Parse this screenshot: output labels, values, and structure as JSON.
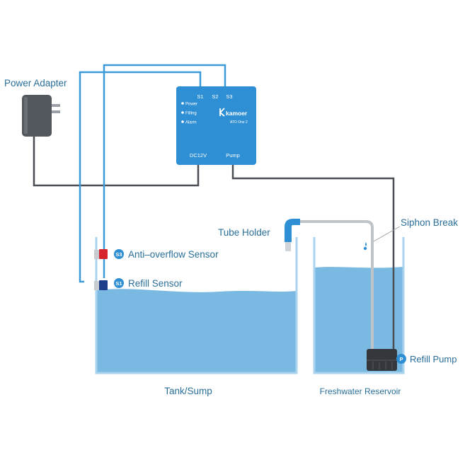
{
  "labels": {
    "power_adapter": "Power Adapter",
    "tube_holder": "Tube Holder",
    "siphon_break": "Siphon Break",
    "anti_overflow_sensor": "Anti–overflow Sensor",
    "refill_sensor": "Refill Sensor",
    "refill_pump": "Refill Pump",
    "tank_sump": "Tank/Sump",
    "freshwater_reservoir": "Freshwater Reservoir"
  },
  "badges": {
    "s3": "S3",
    "s1": "S1",
    "p": "P"
  },
  "controller": {
    "ports_top": [
      "S1",
      "S2",
      "S3"
    ],
    "indicators": [
      "Power",
      "Filling",
      "Alarm"
    ],
    "brand": "kamoer",
    "model": "ATO One 2",
    "port_power": "DC12V",
    "port_pump": "Pump"
  },
  "colors": {
    "water": "#79b9e2",
    "tank_outline": "#a9d3ee",
    "controller": "#2f8fd4",
    "cable": "#4a4f55",
    "sensor_cable": "#3d9ad8",
    "tube": "#bfc4c8",
    "label": "#2a6f9a",
    "anti_overflow_sensor": "#d8252b",
    "refill_sensor": "#1c3d8a"
  }
}
